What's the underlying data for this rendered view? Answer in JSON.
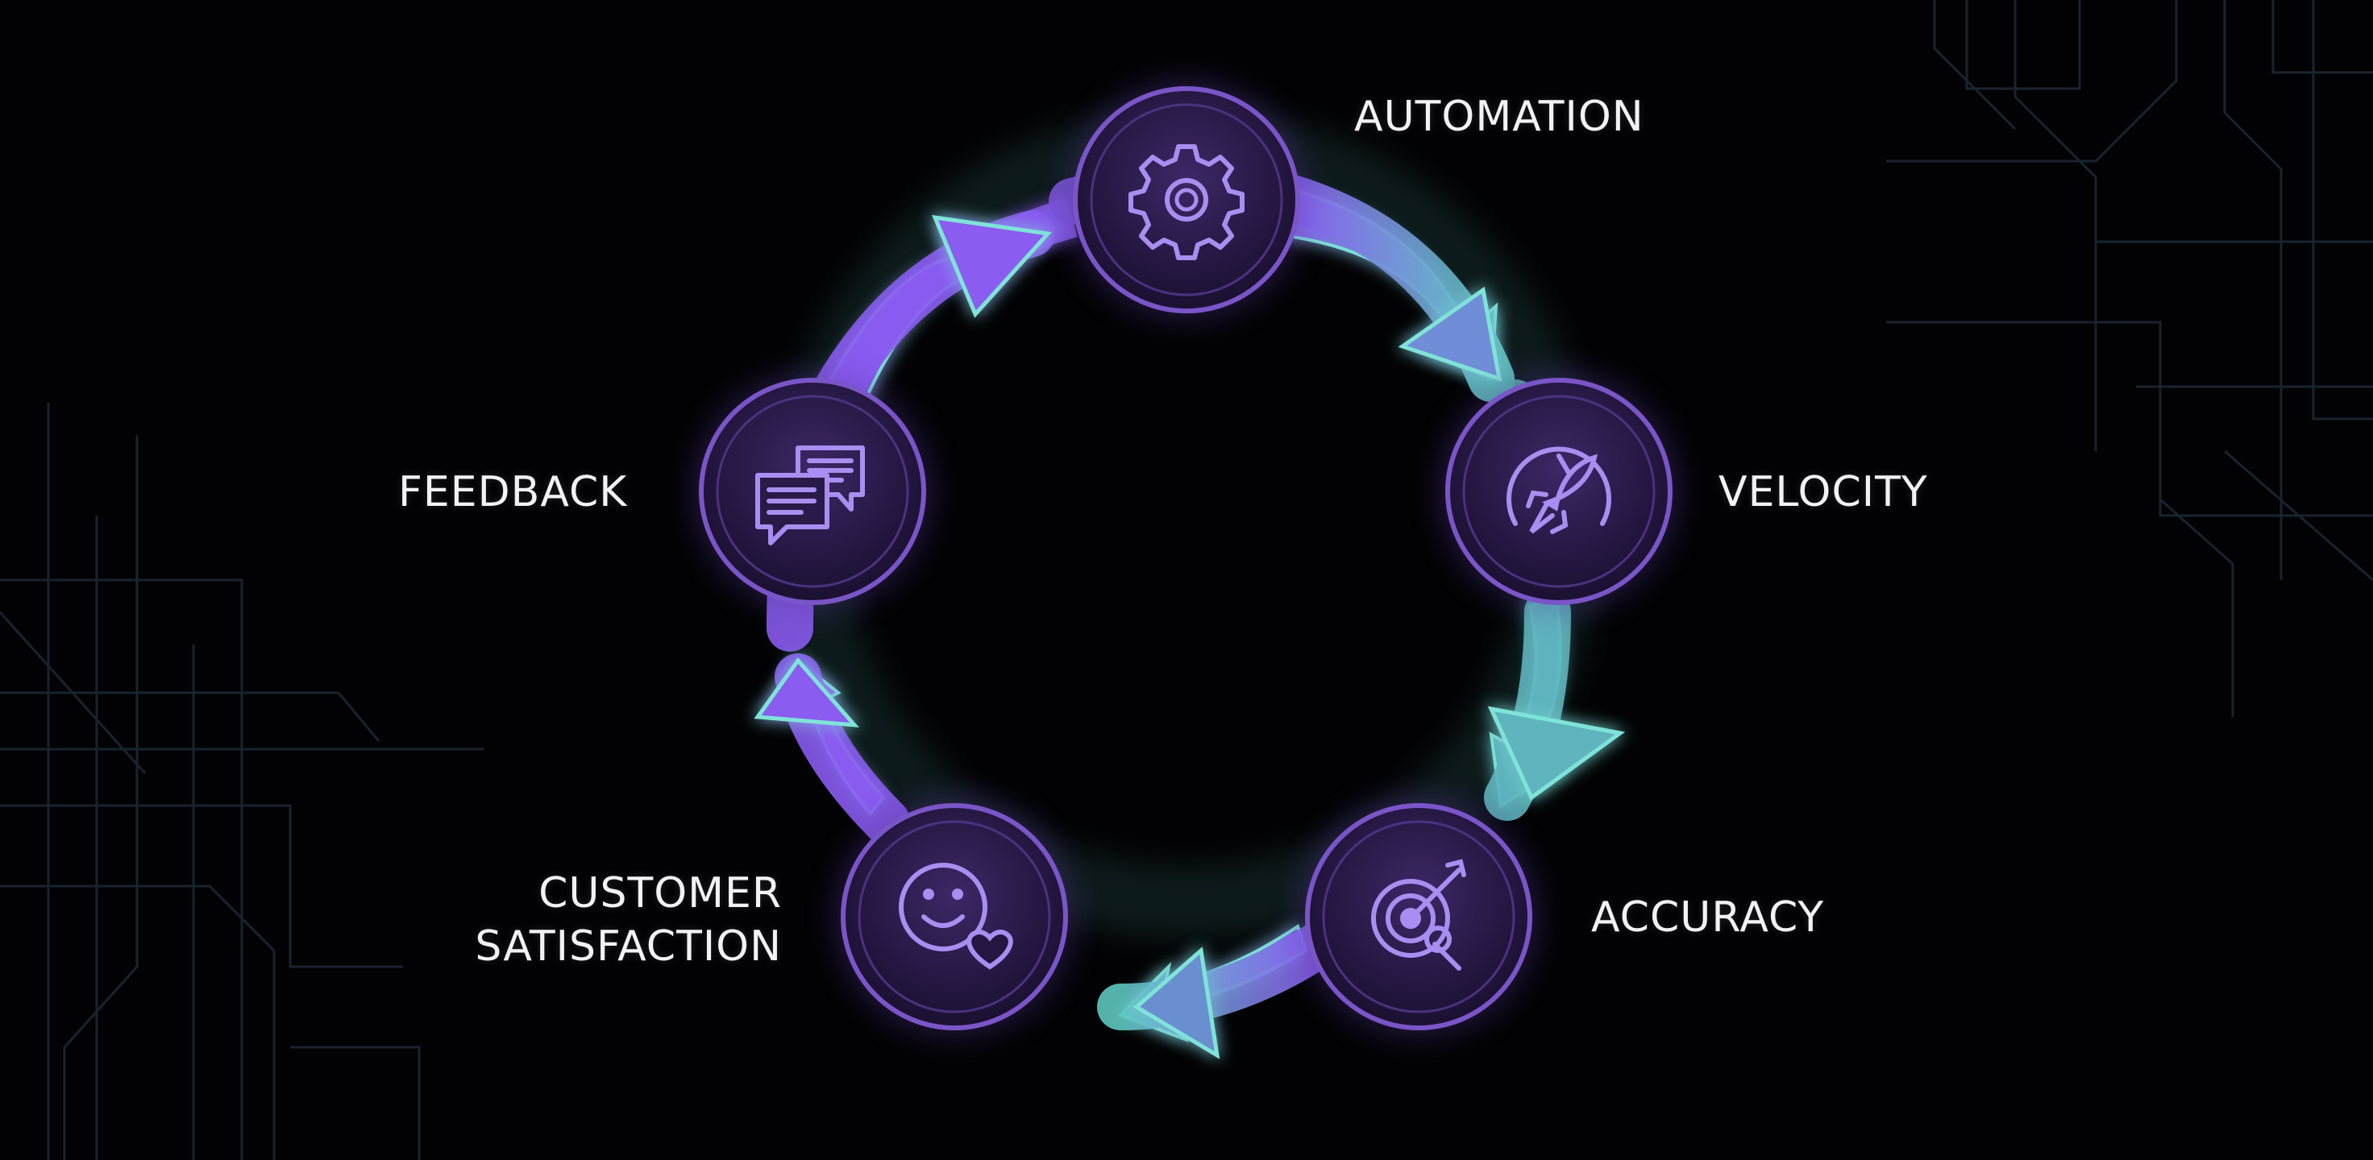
{
  "diagram": {
    "type": "cycle",
    "nodes": [
      {
        "id": "automation",
        "label": "AUTOMATION",
        "icon": "gear-icon"
      },
      {
        "id": "velocity",
        "label": "VELOCITY",
        "icon": "rocket-gauge-icon"
      },
      {
        "id": "accuracy",
        "label": "ACCURACY",
        "icon": "target-icon"
      },
      {
        "id": "customer-satisfaction",
        "label_line1": "CUSTOMER",
        "label_line2": "SATISFACTION",
        "icon": "smiley-heart-icon"
      },
      {
        "id": "feedback",
        "label": "FEEDBACK",
        "icon": "chat-bubbles-icon"
      }
    ],
    "flow_direction": "clockwise"
  },
  "colors": {
    "background": "#020204",
    "purple_accent": "#8a5cf0",
    "teal_accent": "#5fd3c8",
    "node_fill": "#2a1a48",
    "node_ring": "#7a55c8",
    "label_text": "#f2f2f5",
    "circuit_lines": "#1c2a36"
  }
}
